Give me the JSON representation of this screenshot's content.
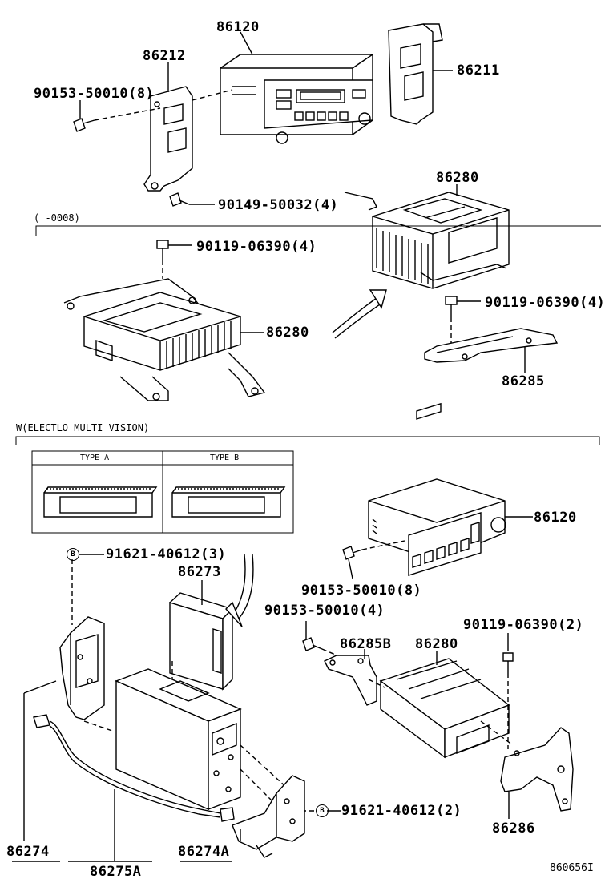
{
  "labels": {
    "p86120_top": "86120",
    "p86212": "86212",
    "p86211": "86211",
    "bolt_90153_8_top": "90153-50010(8)",
    "bolt_90149": "90149-50032(4)",
    "p86280_right": "86280",
    "bolt_90119_left": "90119-06390(4)",
    "p86280_mid": "86280",
    "bolt_90119_right": "90119-06390(4)",
    "p86285": "86285",
    "b_91621_3": "91621-40612(3)",
    "p86273": "86273",
    "p86120_low": "86120",
    "bolt_90153_8_low": "90153-50010(8)",
    "bolt_90153_4": "90153-50010(4)",
    "bolt_90119_2": "90119-06390(2)",
    "p86285B": "86285B",
    "p86280_low": "86280",
    "b_91621_2": "91621-40612(2)",
    "p86286": "86286",
    "p86274": "86274",
    "p86274A": "86274A",
    "p86275A": "86275A"
  },
  "notes": {
    "date_range": "(      -0008)",
    "variant": "W(ELECTLO  MULTI VISION)",
    "type_a": "TYPE A",
    "type_b": "TYPE B",
    "circle_b": "B",
    "figure_id": "860656I"
  },
  "colors": {
    "ink": "#000000",
    "paper": "#ffffff"
  }
}
